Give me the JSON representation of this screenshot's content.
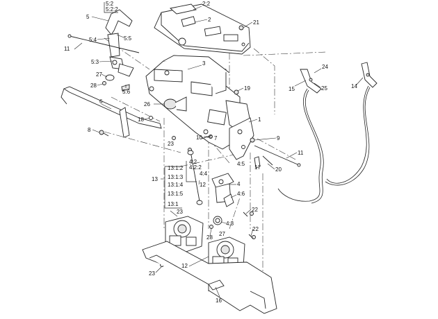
{
  "callouts": {
    "c1": "1",
    "c2": "2",
    "c2_2": "2:2",
    "c3": "3",
    "c4": "4",
    "c4_2": "4:2",
    "c4_2_2": "4:2:2",
    "c4_3": "4:3",
    "c4_4": "4:4",
    "c4_5": "4:5",
    "c4_6": "4:6",
    "c5": "5",
    "c5_2": "5:2",
    "c5_2_2": "5:2:2",
    "c5_3": "5:3",
    "c5_4": "5:4",
    "c5_5": "5:5",
    "c5_6": "5:6",
    "c6": "6",
    "c7": "7",
    "c8": "8",
    "c9": "9",
    "c10": "10",
    "c11a": "11",
    "c11b": "11",
    "c12a": "12",
    "c12b": "12",
    "c13": "13",
    "c13_1": "13:1",
    "c13_1_2": "13:1:2",
    "c13_1_3": "13:1:3",
    "c13_1_4": "13:1:4",
    "c13_1_5": "13:1:5",
    "c14": "14",
    "c15": "15",
    "c16": "16",
    "c17": "17",
    "c18": "18",
    "c19": "19",
    "c20": "20",
    "c21": "21",
    "c22a": "22",
    "c22b": "22",
    "c23a": "23",
    "c23b": "23",
    "c23c": "23",
    "c24": "24",
    "c25": "25",
    "c26": "26",
    "c27a": "27",
    "c27b": "27",
    "c28a": "28",
    "c28b": "28"
  }
}
